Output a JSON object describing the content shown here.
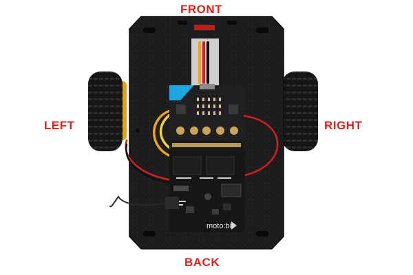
{
  "labels": {
    "front": "FRONT",
    "left": "LEFT",
    "right": "RIGHT",
    "back": "BACK"
  },
  "board": {
    "brand": "moto:bit"
  },
  "colors": {
    "label": "#e0201a",
    "chassis": "#1c1c1e",
    "tire": "#151515",
    "hub": "#e0a21a",
    "board": "#161616",
    "wire_orange": "#f0a21a",
    "wire_yellow": "#f2d23a",
    "wire_red": "#d61e1e",
    "wire_black": "#101010",
    "microbit_accent": "#1ea6e0"
  }
}
